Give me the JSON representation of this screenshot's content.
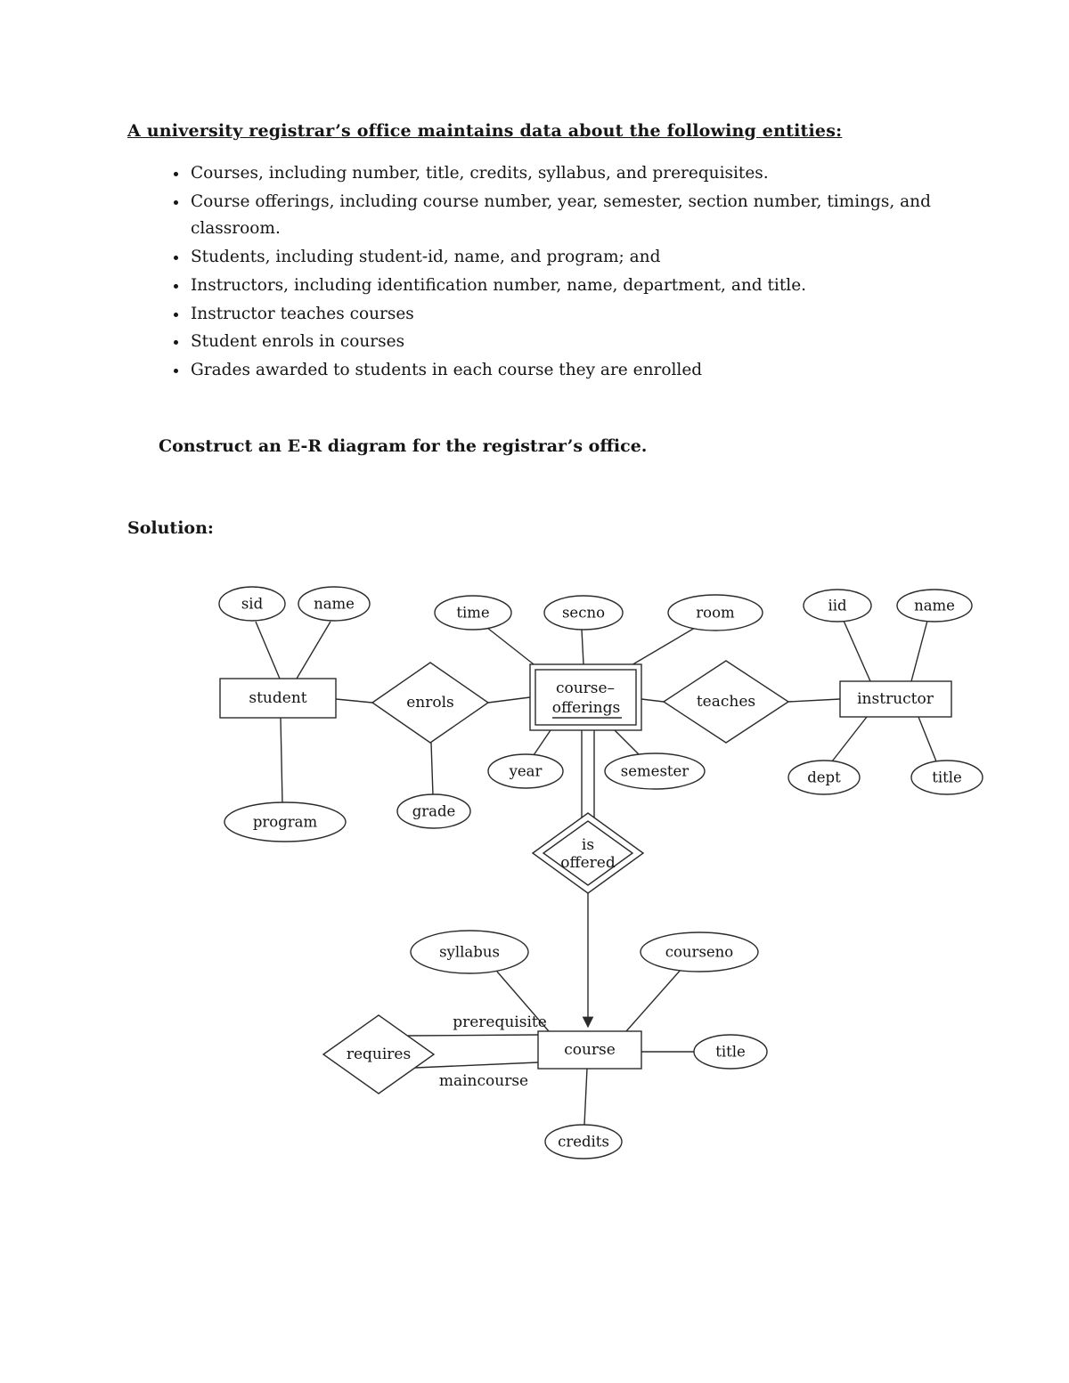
{
  "page": {
    "title": "A university registrar’s office maintains data about the following entities:",
    "bullets": [
      "Courses, including number, title, credits, syllabus, and prerequisites.",
      "Course offerings, including course number, year, semester, section number, timings, and classroom.",
      "Students, including student-id, name, and program; and",
      "Instructors, including identification number, name, department, and title.",
      "Instructor teaches courses",
      "Student enrols in courses",
      "Grades awarded to students in each course they are enrolled"
    ],
    "instruction": "Construct an E-R diagram for the registrar’s office.",
    "solution_label": "Solution:"
  },
  "diagram": {
    "entities": {
      "student": "student",
      "course_offerings_line1": "course–",
      "course_offerings_line2": "offerings",
      "instructor": "instructor",
      "course": "course"
    },
    "relationships": {
      "enrols": "enrols",
      "teaches": "teaches",
      "is_offered_line1": "is",
      "is_offered_line2": "offered",
      "requires": "requires"
    },
    "attributes": {
      "sid": "sid",
      "student_name": "name",
      "program": "program",
      "grade": "grade",
      "time": "time",
      "secno": "secno",
      "room": "room",
      "year": "year",
      "semester": "semester",
      "iid": "iid",
      "instructor_name": "name",
      "dept": "dept",
      "instructor_title": "title",
      "syllabus": "syllabus",
      "courseno": "courseno",
      "course_title": "title",
      "credits": "credits"
    },
    "edge_labels": {
      "prerequisite": "prerequisite",
      "maincourse": "maincourse"
    }
  }
}
